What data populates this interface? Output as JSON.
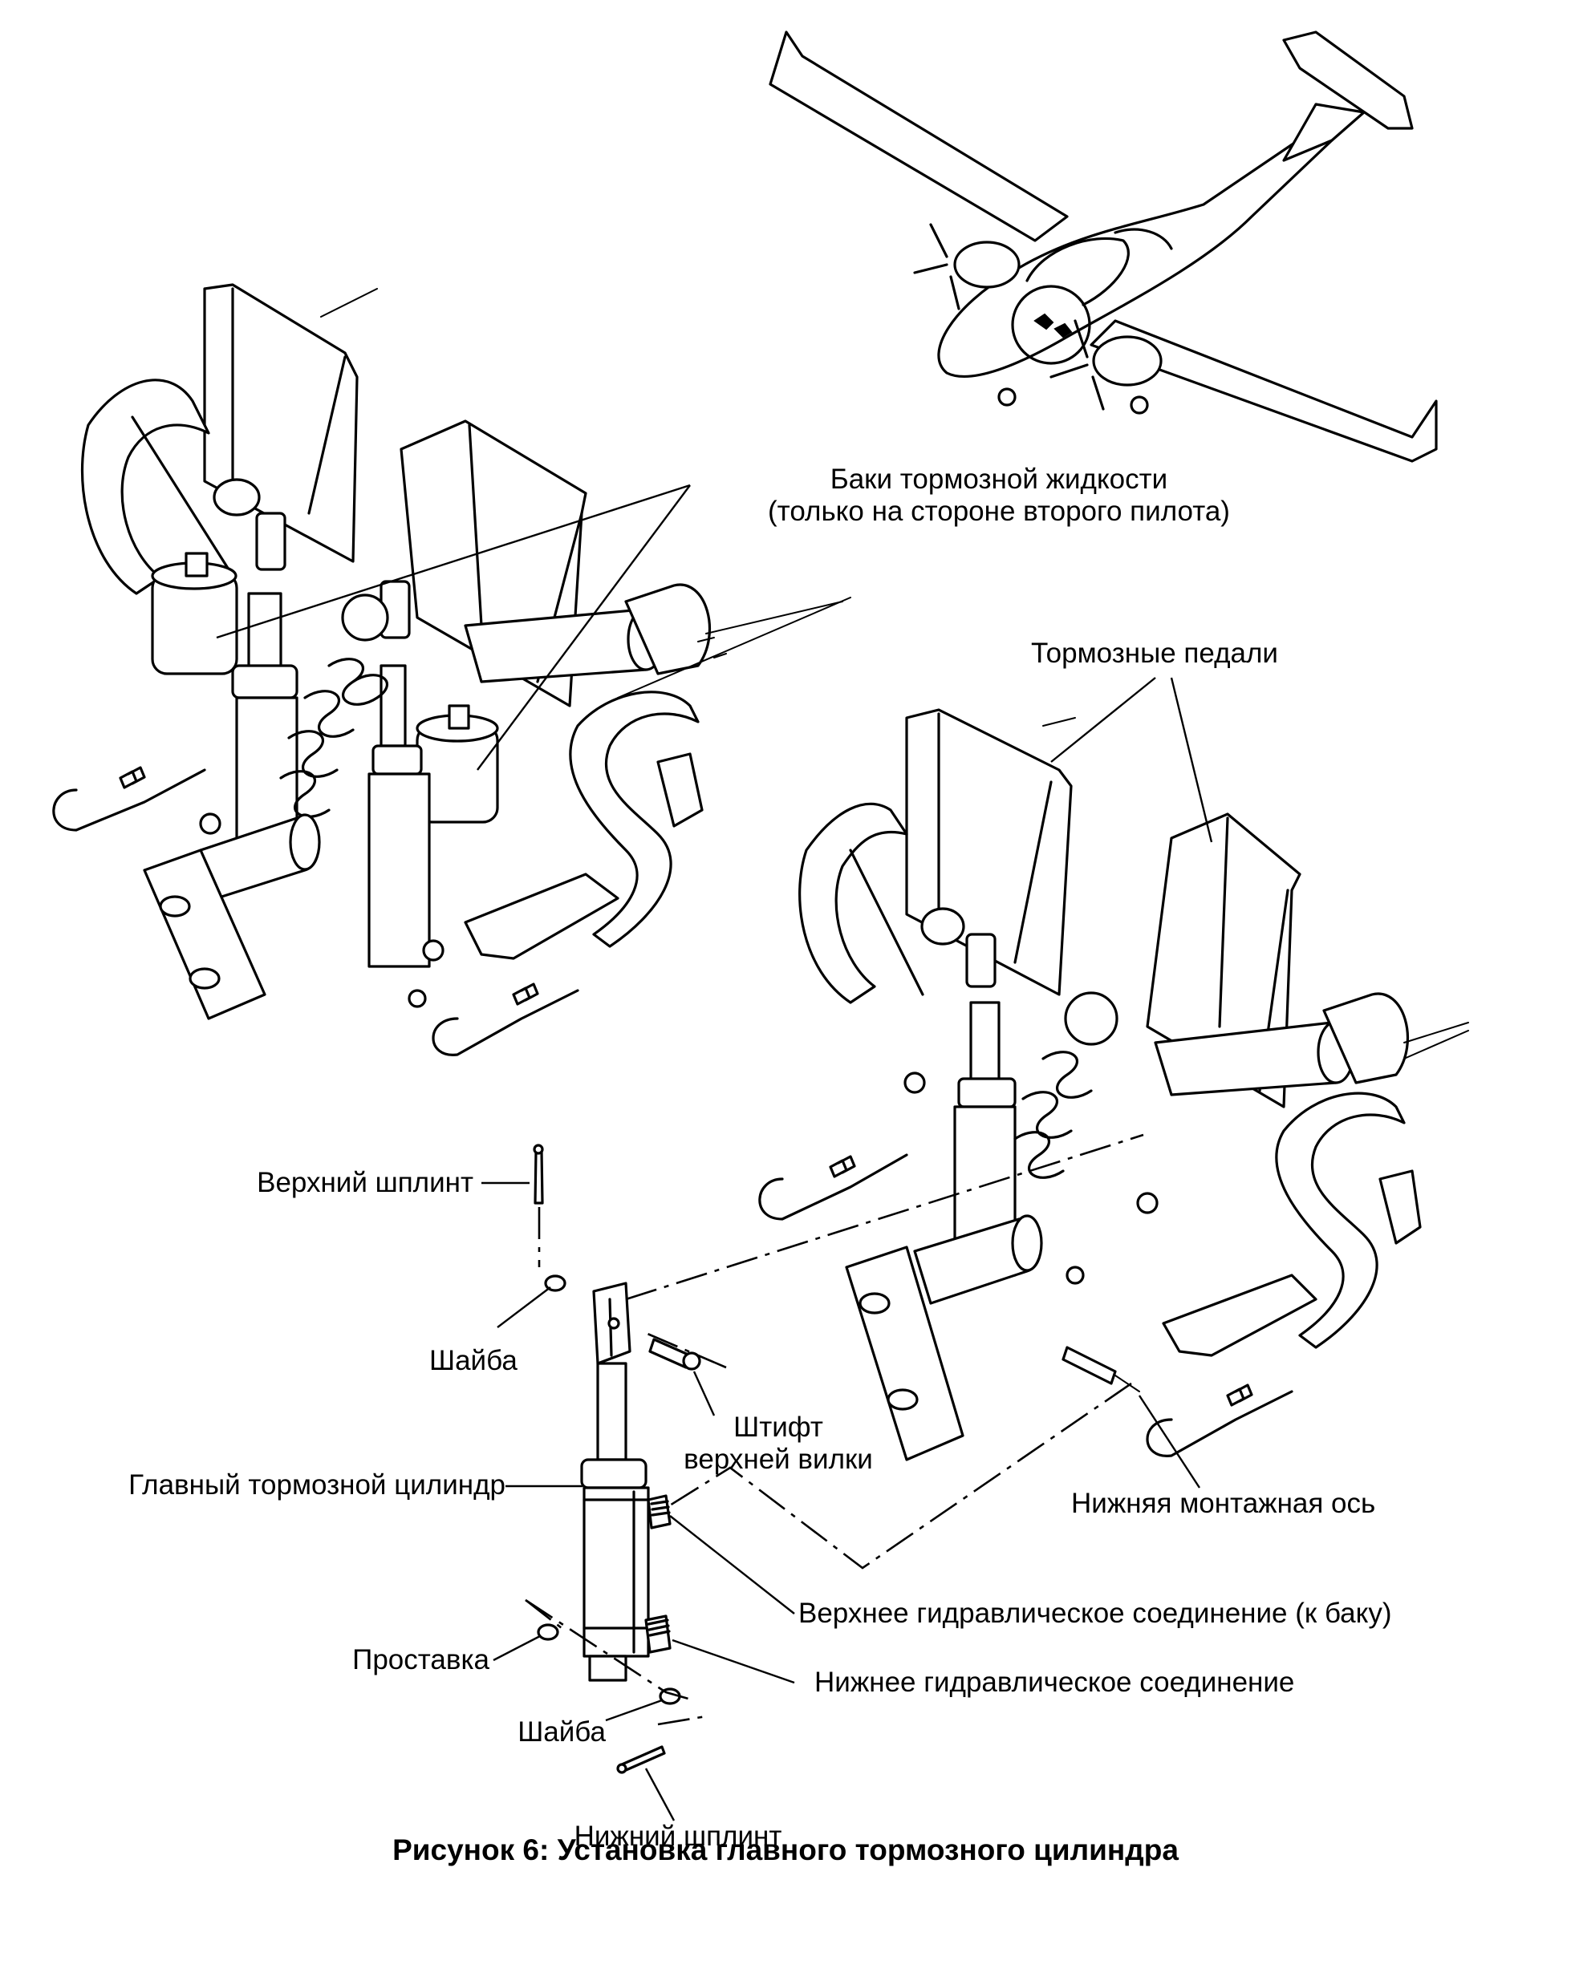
{
  "labels": {
    "brake_fluid_tanks_line1": "Баки тормозной жидкости",
    "brake_fluid_tanks_line2": "(только на стороне второго пилота)",
    "brake_pedals": "Тормозные педали",
    "upper_cotter_pin": "Верхний шплинт",
    "washer_upper": "Шайба",
    "upper_clevis_pin_line1": "Штифт",
    "upper_clevis_pin_line2": "верхней вилки",
    "master_brake_cylinder": "Главный тормозной цилиндр",
    "lower_mounting_axle": "Нижняя монтажная ось",
    "upper_hydraulic_connection": "Верхнее гидравлическое соединение (к баку)",
    "spacer": "Проставка",
    "lower_hydraulic_connection": "Нижнее гидравлическое соединение",
    "washer_lower": "Шайба",
    "lower_cotter_pin": "Нижний шплинт"
  },
  "caption": "Рисунок 6: Установка главного тормозного цилиндра"
}
